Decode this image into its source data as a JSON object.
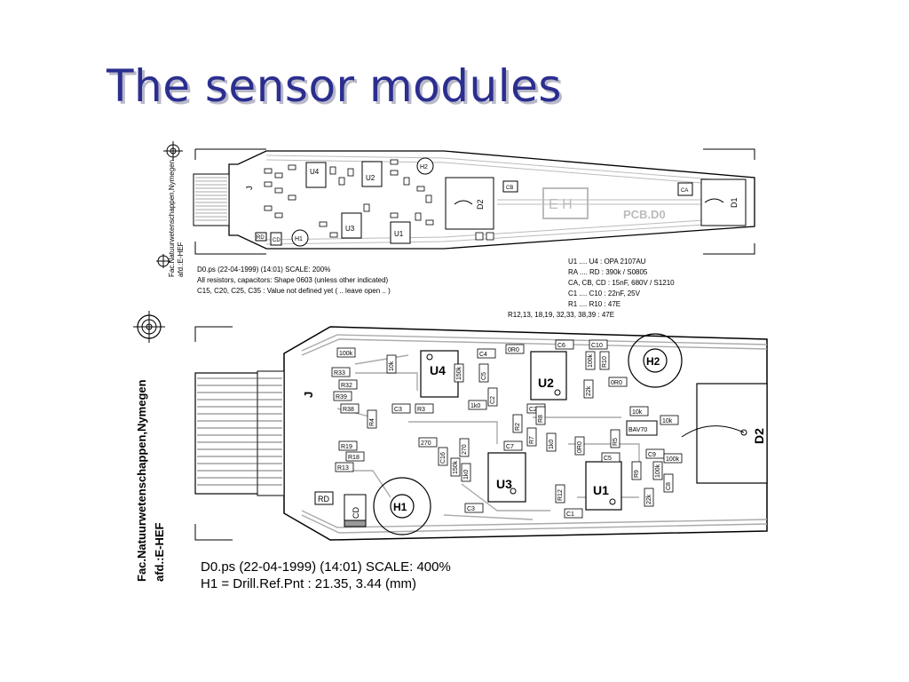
{
  "slide": {
    "title": "The sensor modules"
  },
  "small_board": {
    "side_label_1": "Fac.Natuurwetenschappen,Nymegen",
    "side_label_2": "afd.:E-HEF",
    "info_line_1": "D0.ps  (22-04-1999) (14:01)  SCALE: 200%",
    "info_line_2": "All resistors, capacitors: Shape 0603 (unless other indicated)",
    "info_line_3": "C15, C20, C25, C35 : Value not defined yet   ( .. leave open .. )",
    "parts": [
      "U1 .... U4 :  OPA 2107AU",
      "RA .... RD :  390k / S0805",
      "CA, CB, CD :  15nF, 680V / S1210",
      "C1 .... C10 :  22nF, 25V",
      "R1 .... R10 :  47E",
      "R12,13, 18,19, 32,33, 38,39 :  47E"
    ],
    "labels": {
      "u1": "U1",
      "u2": "U2",
      "u3": "U3",
      "u4": "U4",
      "h1": "H1",
      "h2": "H2",
      "d1": "D1",
      "d2": "D2",
      "j": "J",
      "pcb": "PCB.D0",
      "eh": "E H",
      "cb": "CB",
      "ca": "CA",
      "rd": "RD",
      "cd": "CD"
    }
  },
  "large_board": {
    "side_label_1": "Fac.Natuurwetenschappen,Nymegen",
    "side_label_2": "afd.:E-HEF",
    "info_line_1": "D0.ps  (22-04-1999) (14:01)  SCALE: 400%",
    "info_line_2": "H1 = Drill.Ref.Pnt : 21.35, 3.44 (mm)",
    "labels": {
      "u1": "U1",
      "u2": "U2",
      "u3": "U3",
      "u4": "U4",
      "h1": "H1",
      "h2": "H2",
      "d2": "D2",
      "j": "J",
      "rd": "RD",
      "cd": "CD",
      "bav70": "BAV70"
    },
    "components": [
      "100k",
      "R33",
      "R32",
      "R39",
      "R38",
      "10k",
      "C4",
      "0R0",
      "C6",
      "C10",
      "150k",
      "C5",
      "270",
      "100k",
      "R10",
      "0R0",
      "22k",
      "C2",
      "C3",
      "R3",
      "1k0",
      "C2",
      "R4",
      "R2",
      "R8",
      "10k",
      "C7",
      "R7",
      "1k0",
      "0R0",
      "R5",
      "10k",
      "R19",
      "R18",
      "R13",
      "C16",
      "150k",
      "1k0",
      "270",
      "C5",
      "C9",
      "100k",
      "R12",
      "C1",
      "C3",
      "R9",
      "100k",
      "22k",
      "C8"
    ]
  }
}
